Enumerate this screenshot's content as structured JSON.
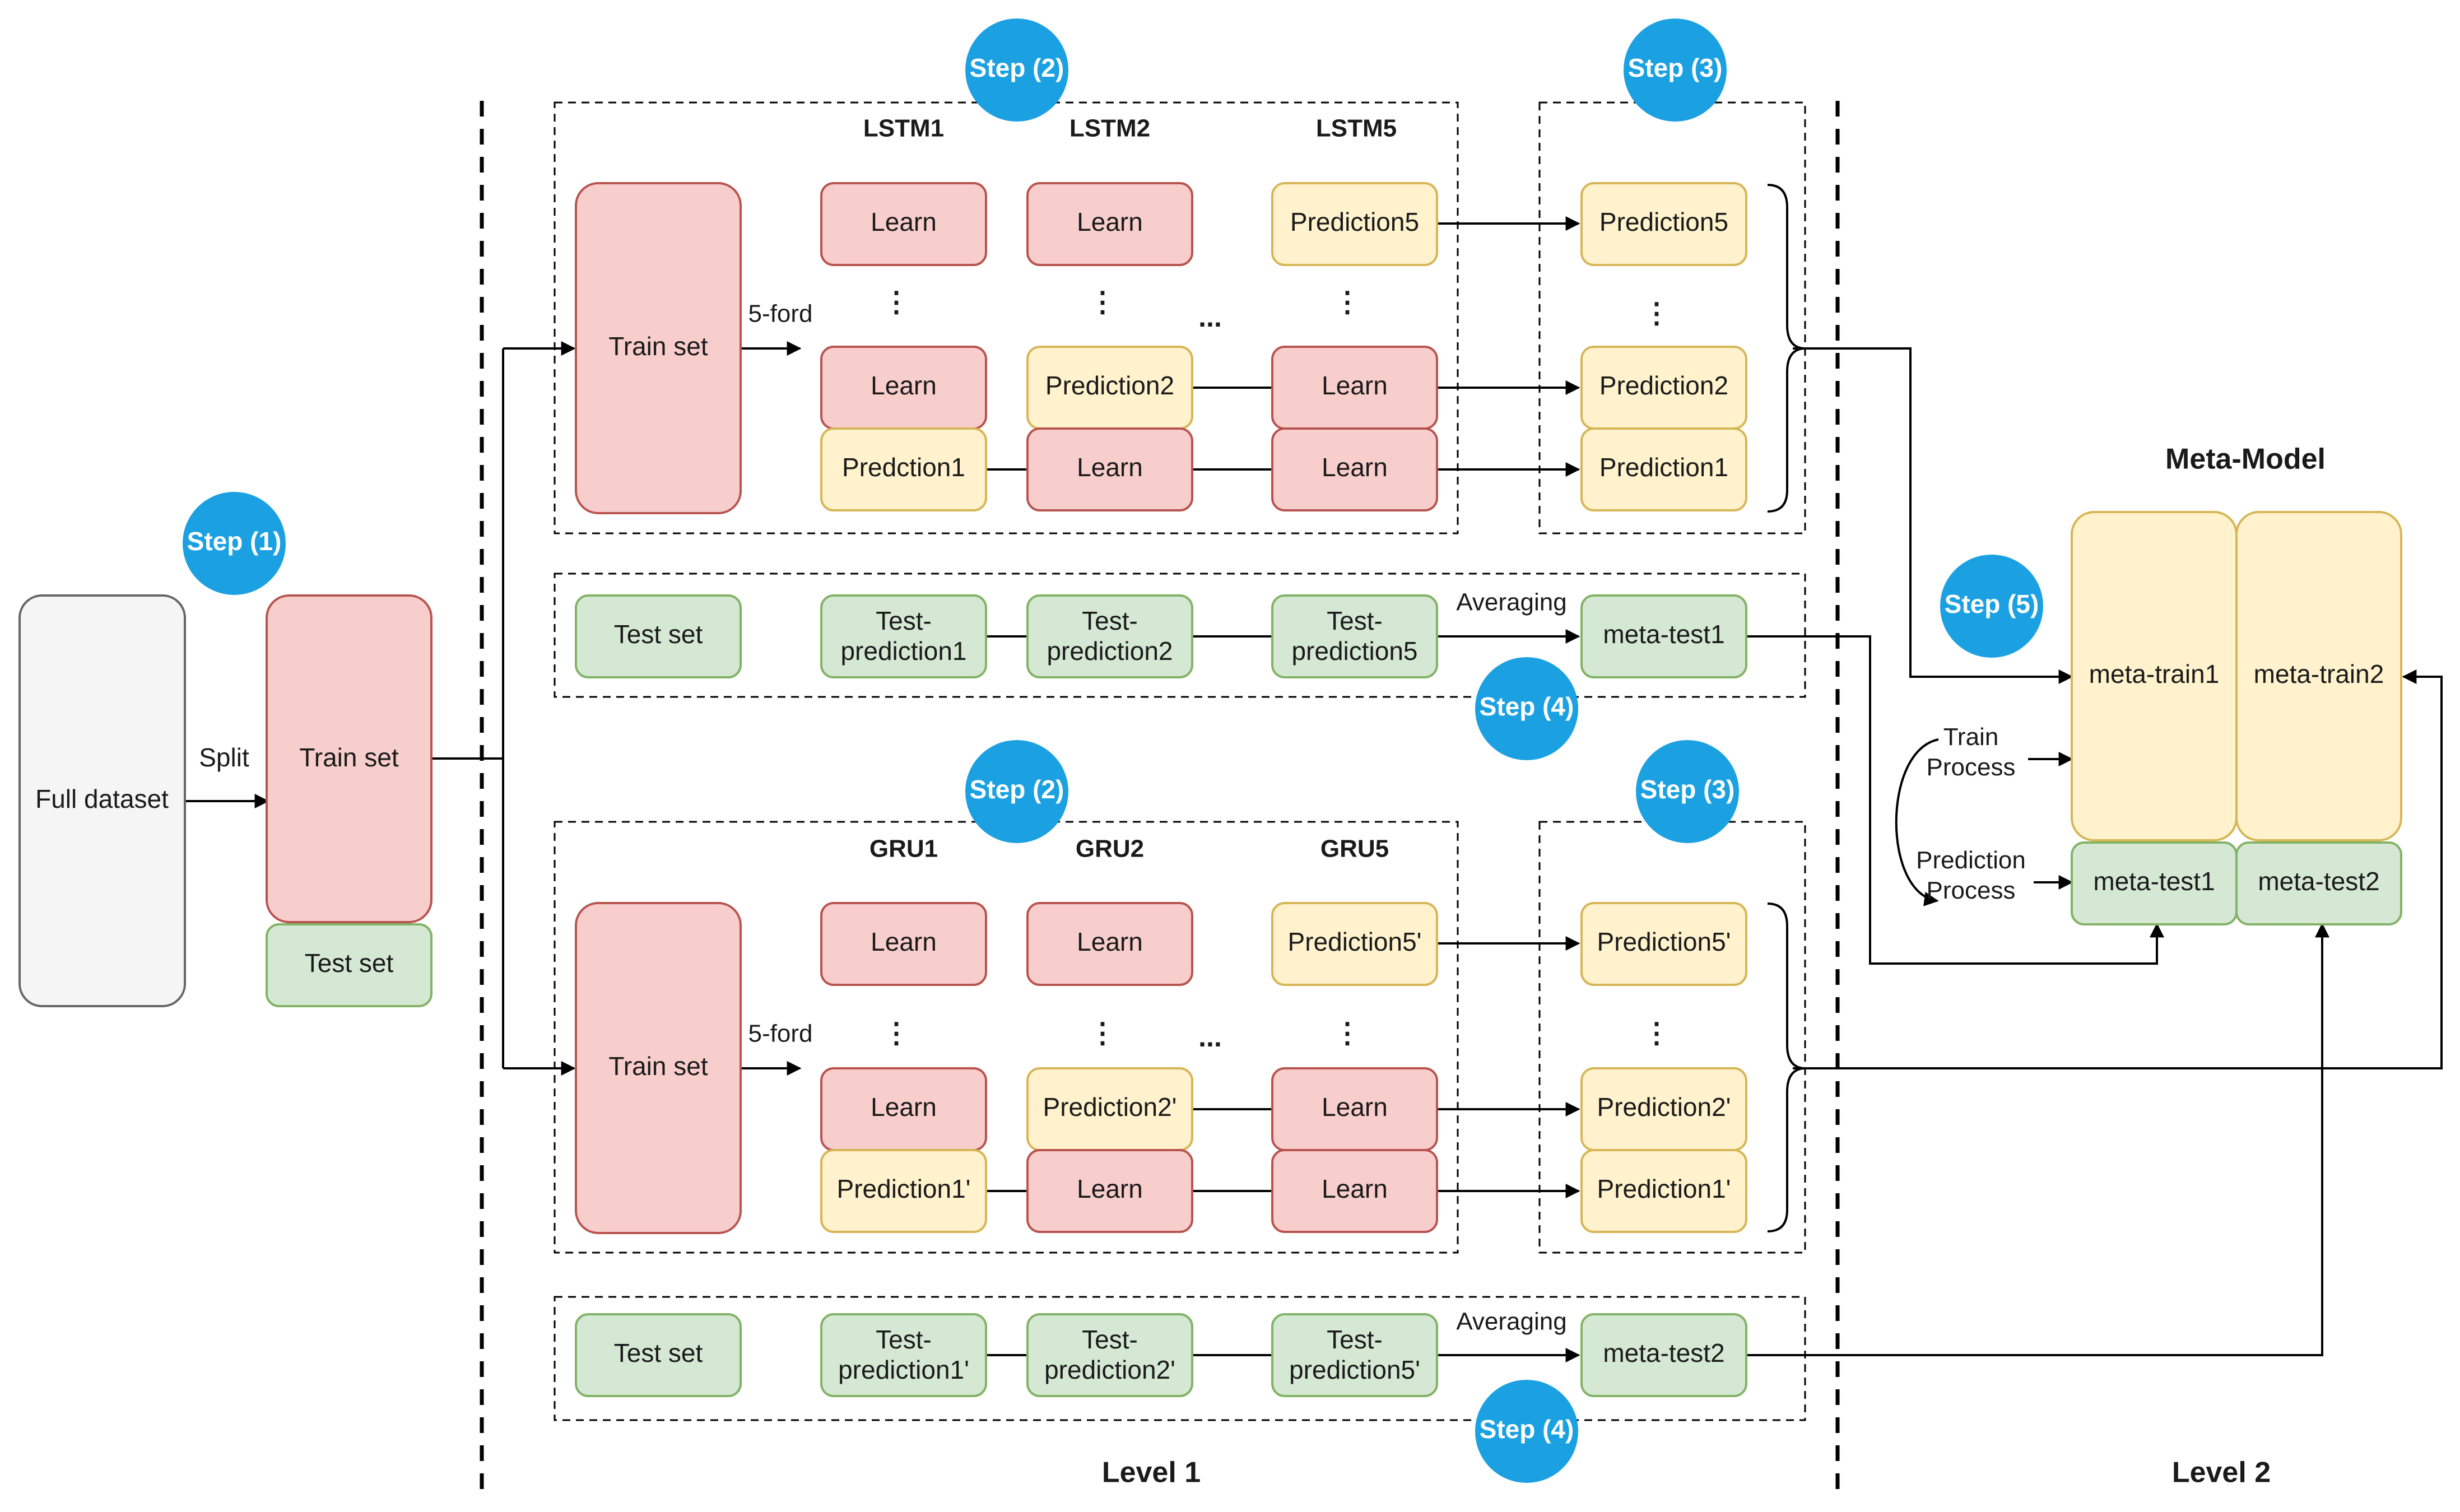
{
  "full_dataset": "Full dataset",
  "split_label": "Split",
  "initial": {
    "train": "Train set",
    "test": "Test set"
  },
  "steps": {
    "s1": "Step (1)",
    "s2": "Step (2)",
    "s3": "Step (3)",
    "s4": "Step (4)",
    "s5": "Step (5)"
  },
  "fold_label": "5-ford",
  "ellipsis_v": "⋮",
  "ellipsis_h": "...",
  "averaging": "Averaging",
  "lstm": {
    "train_set": "Train set",
    "headers": [
      "LSTM1",
      "LSTM2",
      "LSTM5"
    ],
    "col1": [
      "Learn",
      "Learn",
      "Predction1"
    ],
    "col2": [
      "Learn",
      "Prediction2",
      "Learn"
    ],
    "col3": [
      "Prediction5",
      "Learn",
      "Learn"
    ],
    "step3": [
      "Prediction5",
      "Prediction2",
      "Prediction1"
    ],
    "test_row": {
      "test_set": "Test set",
      "tp1": [
        "Test-",
        "prediction1"
      ],
      "tp2": [
        "Test-",
        "prediction2"
      ],
      "tp5": [
        "Test-",
        "prediction5"
      ],
      "meta_test": "meta-test1"
    }
  },
  "gru": {
    "train_set": "Train set",
    "headers": [
      "GRU1",
      "GRU2",
      "GRU5"
    ],
    "col1": [
      "Learn",
      "Learn",
      "Prediction1'"
    ],
    "col2": [
      "Learn",
      "Prediction2'",
      "Learn"
    ],
    "col3": [
      "Prediction5'",
      "Learn",
      "Learn"
    ],
    "step3": [
      "Prediction5'",
      "Prediction2'",
      "Prediction1'"
    ],
    "test_row": {
      "test_set": "Test set",
      "tp1": [
        "Test-",
        "prediction1'"
      ],
      "tp2": [
        "Test-",
        "prediction2'"
      ],
      "tp5": [
        "Test-",
        "prediction5'"
      ],
      "meta_test": "meta-test2"
    }
  },
  "meta_model": {
    "title": "Meta-Model",
    "train1": "meta-train1",
    "train2": "meta-train2",
    "test1": "meta-test1",
    "test2": "meta-test2"
  },
  "process": {
    "train": [
      "Train",
      "Process"
    ],
    "prediction": [
      "Prediction",
      "Process"
    ]
  },
  "levels": {
    "level1": "Level 1",
    "level2": "Level 2"
  },
  "colors": {
    "red_fill": "#f8cecc",
    "red_stroke": "#b85450",
    "yellow_fill": "#fff2cc",
    "yellow_stroke": "#d6b656",
    "green_fill": "#d5e8d4",
    "green_stroke": "#82b366",
    "gray_fill": "#f5f5f5",
    "gray_stroke": "#666666",
    "step_circle": "#1ba1e2"
  }
}
